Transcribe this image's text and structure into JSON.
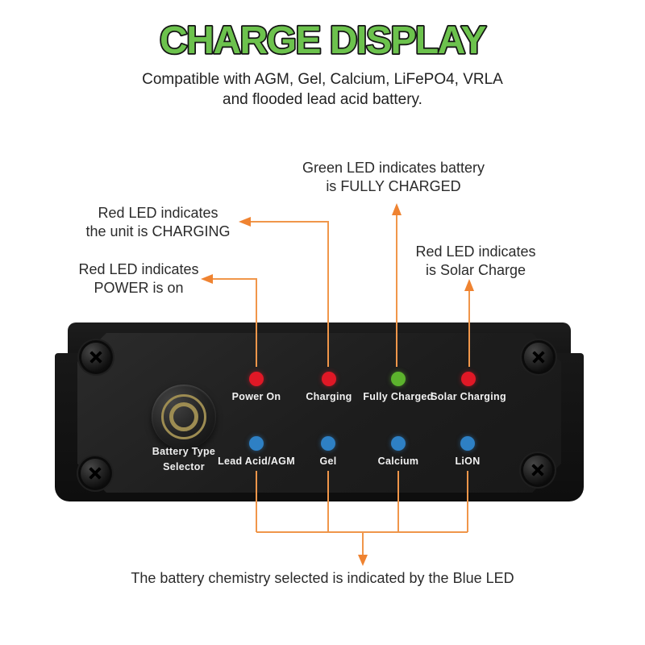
{
  "header": {
    "title": "CHARGE DISPLAY",
    "subtitle_line1": "Compatible with AGM, Gel, Calcium, LiFePO4, VRLA",
    "subtitle_line2": "and flooded lead acid battery."
  },
  "annotations": {
    "fully_charged_line1": "Green LED indicates battery",
    "fully_charged_line2": "is FULLY CHARGED",
    "charging_line1": "Red LED indicates",
    "charging_line2": "the unit is CHARGING",
    "power_line1": "Red LED indicates",
    "power_line2": "POWER is on",
    "solar_line1": "Red LED indicates",
    "solar_line2": "is Solar Charge",
    "bottom": "The battery chemistry selected is indicated by the Blue LED"
  },
  "device": {
    "selector_label_line1": "Battery Type",
    "selector_label_line2": "Selector",
    "status_leds": [
      {
        "label": "Power On",
        "color": "#e01826"
      },
      {
        "label": "Charging",
        "color": "#e01826"
      },
      {
        "label": "Fully Charged",
        "color": "#5cb32d"
      },
      {
        "label": "Solar Charging",
        "color": "#e01826"
      }
    ],
    "battery_leds": [
      {
        "label": "Lead Acid/AGM",
        "color": "#2e80c4"
      },
      {
        "label": "Gel",
        "color": "#2e80c4"
      },
      {
        "label": "Calcium",
        "color": "#2e80c4"
      },
      {
        "label": "LiON",
        "color": "#2e80c4"
      }
    ]
  },
  "colors": {
    "title_green": "#6cc24d",
    "title_outline": "#141414",
    "callout_orange": "#f0964a",
    "arrow_orange": "#ef8331",
    "led_red": "#e01826",
    "led_green": "#5cb32d",
    "led_blue": "#2e80c4",
    "gold_ring": "#9d8c52"
  }
}
